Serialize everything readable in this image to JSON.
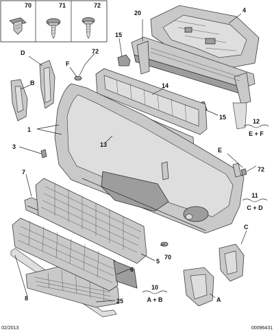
{
  "fastener_box": {
    "items": [
      {
        "label": "70"
      },
      {
        "label": "71"
      },
      {
        "label": "72"
      }
    ]
  },
  "labels": {
    "l1": "1",
    "l3": "3",
    "l4": "4",
    "l5": "5",
    "l6": "6",
    "l7": "7",
    "l8": "8",
    "l13": "13",
    "l14": "14",
    "l15a": "15",
    "l15b": "15",
    "l20": "20",
    "l25": "25",
    "l70": "70",
    "l72a": "72",
    "l72b": "72",
    "lA": "A",
    "lB": "B",
    "lC": "C",
    "lD": "D",
    "lE": "E",
    "lF": "F"
  },
  "refs": {
    "r10": {
      "num": "10",
      "sub": "A + B"
    },
    "r11": {
      "num": "11",
      "sub": "C + D"
    },
    "r12": {
      "num": "12",
      "sub": "E + F"
    }
  },
  "footer": {
    "date": "02/2013",
    "code": "00096431"
  }
}
